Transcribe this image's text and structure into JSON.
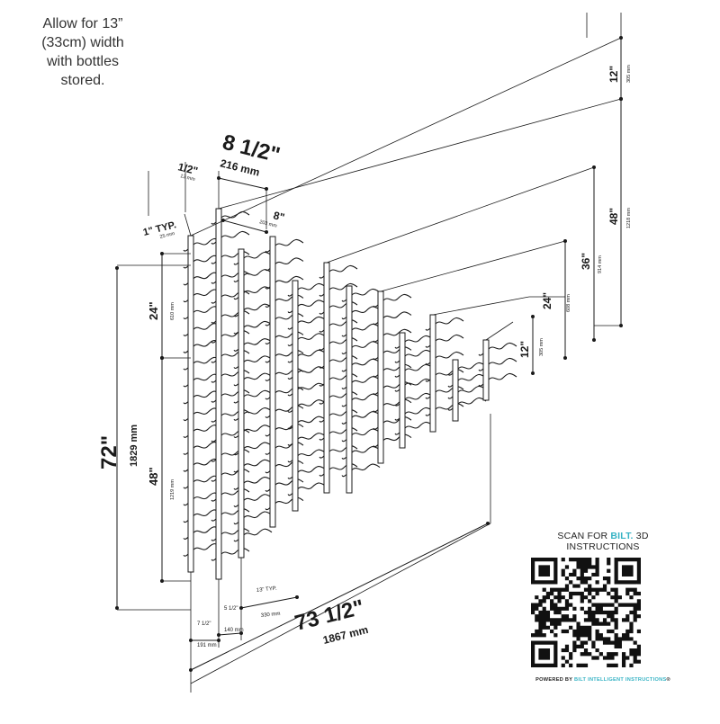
{
  "note": {
    "line1": "Allow for 13”",
    "line2": "(33cm) width",
    "line3": "with bottles",
    "line4": "stored."
  },
  "dimensions": {
    "depth_main_in": "8 1/2\"",
    "depth_main_mm": "216 mm",
    "rail_depth_in": "8\"",
    "rail_depth_mm": "203 mm",
    "gap_in": "1/2\"",
    "gap_mm": "13 mm",
    "offset_in": "1\" TYP.",
    "offset_mm": "25 mm",
    "height_in": "72\"",
    "height_mm": "1829 mm",
    "upper_in": "24\"",
    "upper_mm": "610 mm",
    "lower_in": "48\"",
    "lower_mm": "1219 mm",
    "col1_in": "7 1/2\"",
    "col1_mm": "191 mm",
    "col2_in": "5 1/2\"",
    "col2_mm": "140 mm",
    "col3_in": "13\" TYP.",
    "col3_mm": "330 mm",
    "width_in": "73 1/2\"",
    "width_mm": "1867 mm",
    "r12_in": "12\"",
    "r12_mm": "305 mm",
    "r48_in": "48\"",
    "r48_mm": "1218 mm",
    "r36_in": "36\"",
    "r36_mm": "914 mm",
    "r24_in": "24\"",
    "r24_mm": "608 mm",
    "s12_in": "12\"",
    "s12_mm": "305 mm"
  },
  "qr": {
    "scan_prefix": "SCAN FOR ",
    "brand": "BILT.",
    "scan_suffix": " 3D INSTRUCTIONS",
    "powered_prefix": "POWERED BY ",
    "powered_brand": "BILT INTELLIGENT INSTRUCTIONS",
    "powered_mark": "®"
  },
  "colors": {
    "line": "#1a1a1a",
    "brand": "#36b3c4"
  }
}
